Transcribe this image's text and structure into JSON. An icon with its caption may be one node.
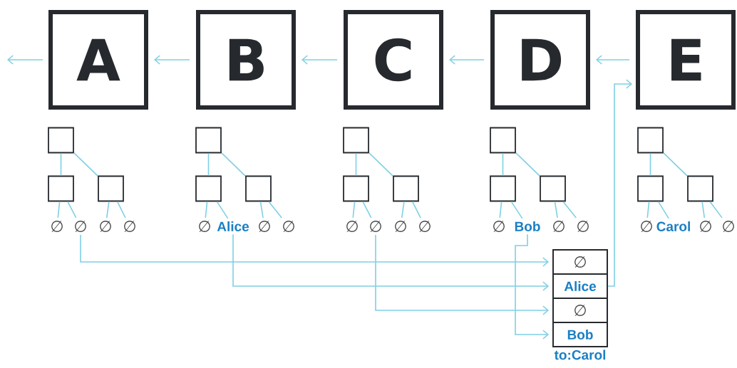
{
  "diagram": {
    "nodes": [
      {
        "text": [
          "A"
        ]
      },
      {
        "text": [
          "B"
        ]
      },
      {
        "text": [
          "C"
        ]
      },
      {
        "text": [
          "D"
        ]
      },
      {
        "text": [
          "E"
        ]
      },
      {
        "text": [],
        "shape": "box"
      },
      {
        "text": [],
        "shape": "box"
      },
      {
        "text": [],
        "shape": "box"
      },
      {
        "text": [
          "∅"
        ]
      },
      {
        "text": [
          "∅"
        ]
      },
      {
        "text": [
          "∅"
        ]
      },
      {
        "text": [
          "∅"
        ]
      },
      {
        "text": [],
        "shape": "box"
      },
      {
        "text": [],
        "shape": "box"
      },
      {
        "text": [],
        "shape": "box"
      },
      {
        "text": [
          "∅"
        ]
      },
      {
        "text": [
          "Alice"
        ]
      },
      {
        "text": [
          "∅"
        ]
      },
      {
        "text": [
          "∅"
        ]
      },
      {
        "text": [],
        "shape": "box"
      },
      {
        "text": [],
        "shape": "box"
      },
      {
        "text": [],
        "shape": "box"
      },
      {
        "text": [
          "∅"
        ]
      },
      {
        "text": [
          "∅"
        ]
      },
      {
        "text": [
          "∅"
        ]
      },
      {
        "text": [
          "∅"
        ]
      },
      {
        "text": [],
        "shape": "box"
      },
      {
        "text": [],
        "shape": "box"
      },
      {
        "text": [],
        "shape": "box"
      },
      {
        "text": [
          "∅"
        ]
      },
      {
        "text": [
          "Bob"
        ]
      },
      {
        "text": [
          "∅"
        ]
      },
      {
        "text": [
          "∅"
        ]
      },
      {
        "text": [],
        "shape": "box"
      },
      {
        "text": [],
        "shape": "box"
      },
      {
        "text": [],
        "shape": "box"
      },
      {
        "text": [
          "∅"
        ]
      },
      {
        "text": [
          "Carol"
        ]
      },
      {
        "text": [
          "∅"
        ]
      },
      {
        "text": [
          "∅"
        ]
      },
      {
        "text": [
          "to:Carol"
        ]
      },
      {
        "text": [
          "∅"
        ],
        "in": 40
      },
      {
        "text": [
          "Alice"
        ],
        "in": 40
      },
      {
        "text": [
          "∅"
        ],
        "in": 40
      },
      {
        "text": [
          "Bob"
        ],
        "in": 40
      }
    ],
    "edges": [
      {
        "from": 0,
        "to": null,
        "arrow": "to"
      },
      {
        "from": 1,
        "to": 0,
        "arrow": "to"
      },
      {
        "from": 2,
        "to": 1,
        "arrow": "to"
      },
      {
        "from": 3,
        "to": 2,
        "arrow": "to"
      },
      {
        "from": 4,
        "to": 3,
        "arrow": "to"
      },
      {
        "from": 5,
        "to": 6,
        "arrow": "none"
      },
      {
        "from": 5,
        "to": 7,
        "arrow": "none"
      },
      {
        "from": 6,
        "to": 8,
        "arrow": "none"
      },
      {
        "from": 6,
        "to": 9,
        "arrow": "none"
      },
      {
        "from": 7,
        "to": 10,
        "arrow": "none"
      },
      {
        "from": 7,
        "to": 11,
        "arrow": "none"
      },
      {
        "from": 12,
        "to": 13,
        "arrow": "none"
      },
      {
        "from": 12,
        "to": 14,
        "arrow": "none"
      },
      {
        "from": 13,
        "to": 15,
        "arrow": "none"
      },
      {
        "from": 13,
        "to": 16,
        "arrow": "none"
      },
      {
        "from": 14,
        "to": 17,
        "arrow": "none"
      },
      {
        "from": 14,
        "to": 18,
        "arrow": "none"
      },
      {
        "from": 19,
        "to": 20,
        "arrow": "none"
      },
      {
        "from": 19,
        "to": 21,
        "arrow": "none"
      },
      {
        "from": 20,
        "to": 22,
        "arrow": "none"
      },
      {
        "from": 20,
        "to": 23,
        "arrow": "none"
      },
      {
        "from": 21,
        "to": 24,
        "arrow": "none"
      },
      {
        "from": 21,
        "to": 25,
        "arrow": "none"
      },
      {
        "from": 26,
        "to": 27,
        "arrow": "none"
      },
      {
        "from": 26,
        "to": 28,
        "arrow": "none"
      },
      {
        "from": 27,
        "to": 29,
        "arrow": "none"
      },
      {
        "from": 27,
        "to": 30,
        "arrow": "none"
      },
      {
        "from": 28,
        "to": 31,
        "arrow": "none"
      },
      {
        "from": 28,
        "to": 32,
        "arrow": "none"
      },
      {
        "from": 33,
        "to": 34,
        "arrow": "none"
      },
      {
        "from": 33,
        "to": 35,
        "arrow": "none"
      },
      {
        "from": 34,
        "to": 36,
        "arrow": "none"
      },
      {
        "from": 34,
        "to": 37,
        "arrow": "none"
      },
      {
        "from": 35,
        "to": 38,
        "arrow": "none"
      },
      {
        "from": 35,
        "to": 39,
        "arrow": "none"
      },
      {
        "from": 9,
        "to": 41,
        "arrow": "to"
      },
      {
        "from": 16,
        "to": 42,
        "arrow": "to"
      },
      {
        "from": 23,
        "to": 43,
        "arrow": "to"
      },
      {
        "from": 30,
        "to": 44,
        "arrow": "to"
      },
      {
        "from": 42,
        "to": 4,
        "arrow": "to"
      }
    ]
  }
}
